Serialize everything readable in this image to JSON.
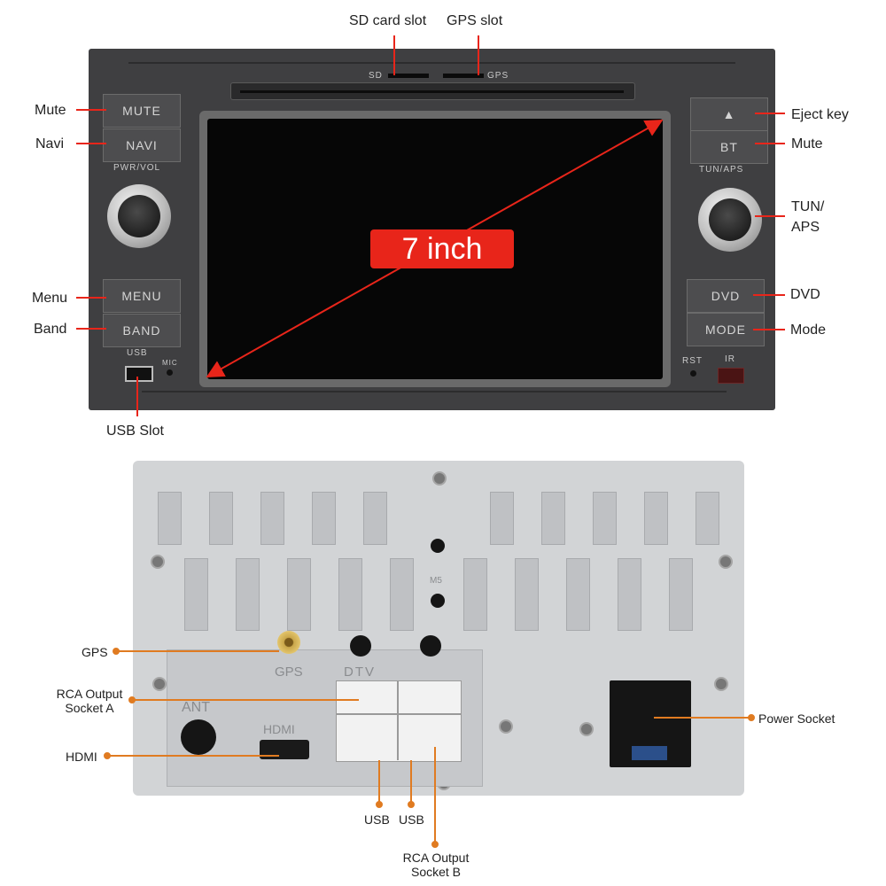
{
  "front": {
    "top_labels": {
      "sd_card_slot": "SD card slot",
      "gps_slot": "GPS slot"
    },
    "slot_marks": {
      "sd": "SD",
      "gps": "GPS"
    },
    "left_labels": {
      "mute": "Mute",
      "navi": "Navi",
      "menu": "Menu",
      "band": "Band"
    },
    "right_labels": {
      "eject": "Eject key",
      "mute": "Mute",
      "tun": "TUN/",
      "aps": "APS",
      "dvd": "DVD",
      "mode": "Mode"
    },
    "bottom_label": "USB Slot",
    "buttons": {
      "mute": "MUTE",
      "navi": "NAVI",
      "menu": "MENU",
      "band": "BAND",
      "bt": "BT",
      "dvd": "DVD",
      "mode": "MODE",
      "eject": "▲"
    },
    "panel_text": {
      "pwr_vol": "PWR/VOL",
      "tun_aps": "TUN/APS",
      "usb": "USB",
      "mic": "MIC",
      "rst": "RST",
      "ir": "IR"
    },
    "screen_size": "7 inch",
    "colors": {
      "panel": "#3f3f41",
      "accent": "#e8251a"
    }
  },
  "back": {
    "labels": {
      "gps": "GPS",
      "rca_a_1": "RCA Output",
      "rca_a_2": "Socket A",
      "hdmi": "HDMI",
      "power_socket": "Power Socket",
      "usb1": "USB",
      "usb2": "USB",
      "rca_b_1": "RCA Output",
      "rca_b_2": "Socket B"
    },
    "embossed": {
      "gps": "GPS",
      "dtv": "DTV",
      "ant": "ANT",
      "hdmi": "HDMI",
      "m5": "M5"
    },
    "colors": {
      "housing": "#d2d4d6",
      "callout": "#e07b21"
    }
  }
}
